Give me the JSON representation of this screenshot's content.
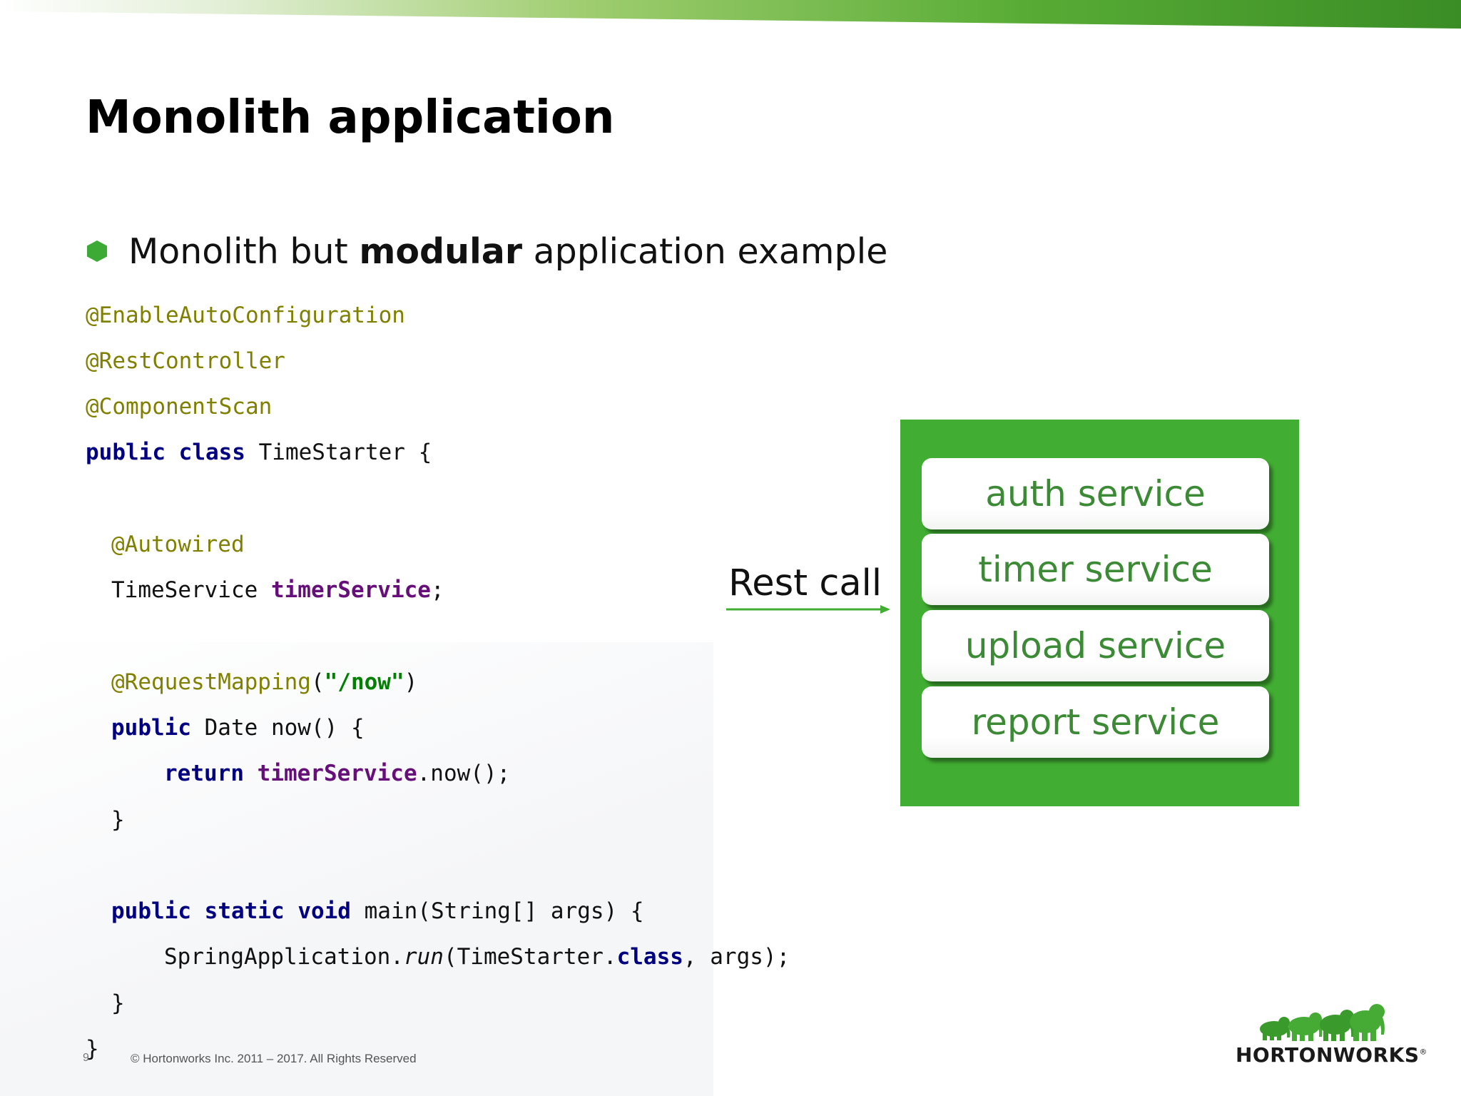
{
  "slide": {
    "title": "Monolith application",
    "bullet": {
      "prefix": "Monolith but ",
      "emphasis": "modular",
      "suffix": " application example"
    }
  },
  "code": {
    "enable_auto_configuration": "@EnableAutoConfiguration",
    "rest_controller": "@RestController",
    "component_scan": "@ComponentScan",
    "kw_public": "public",
    "kw_class": "class",
    "kw_static": "static",
    "kw_void": "void",
    "kw_return": "return",
    "class_name_decl": " TimeStarter {",
    "autowired": "@Autowired",
    "time_service_type": "TimeService ",
    "timer_service_field": "timerService",
    "semicolon": ";",
    "request_mapping": "@RequestMapping",
    "paren_open": "(",
    "now_path": "\"/now\"",
    "paren_close": ")",
    "date_now_sig": " Date now() {",
    "now_call": ".now();",
    "brace_close": "}",
    "main_sig": " main(String[] args) {",
    "spring_application": "SpringApplication.",
    "run_method": "run",
    "run_args_start": "(TimeStarter.",
    "run_args_end": ", args);"
  },
  "diagram": {
    "rest_call_label": "Rest call",
    "services": [
      "auth service",
      "timer service",
      "upload service",
      "report service"
    ]
  },
  "footer": {
    "page_number": "9",
    "copyright": "© Hortonworks Inc. 2011 – 2017. All Rights Reserved",
    "logo_text": "HORTONWORKS",
    "logo_mark": "®"
  },
  "colors": {
    "brand_green": "#41ad32",
    "service_text": "#3c8a35",
    "annotation": "#808000",
    "keyword": "#000080",
    "field": "#660e7a",
    "string": "#008000"
  }
}
